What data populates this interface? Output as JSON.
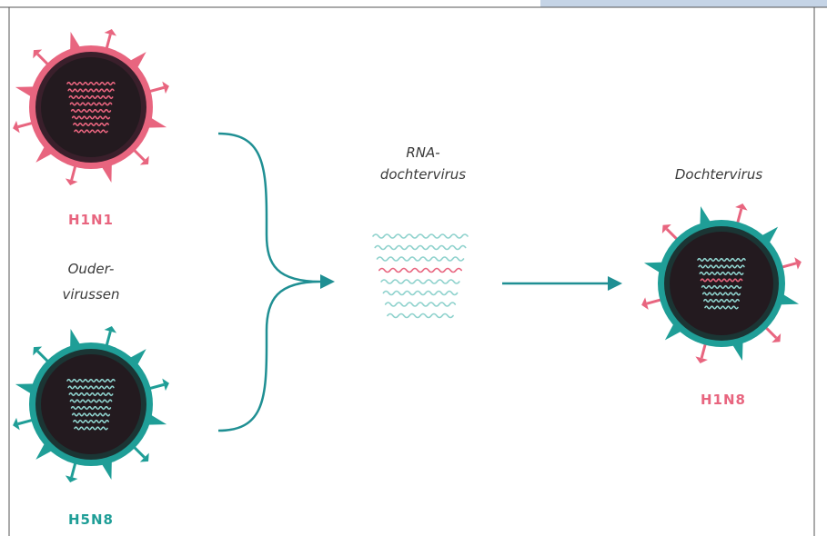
{
  "colors": {
    "pink": "#e8657f",
    "teal": "#1f9e97",
    "teal_light": "#8fd2cd",
    "core": "#231a1f",
    "pink_halo": "#3a1f2b",
    "teal_halo": "#1b3534",
    "arrow": "#1f8f93",
    "frame_accent": "#c5d4e6"
  },
  "labels": {
    "parent_1": "H1N1",
    "parent_2": "H5N8",
    "parents_caption_line1": "Ouder-",
    "parents_caption_line2": "virussen",
    "rna_caption_line1": "RNA-",
    "rna_caption_line2": "dochtervirus",
    "child_caption": "Dochtervirus",
    "child": "H1N8"
  },
  "viruses": [
    {
      "id": "parent-h1n1",
      "strain": "H1N1",
      "coat": "pink",
      "rna": "pink"
    },
    {
      "id": "parent-h5n8",
      "strain": "H5N8",
      "coat": "teal",
      "rna": "teal"
    },
    {
      "id": "child-h1n8",
      "strain": "H1N8",
      "coat": "teal",
      "rna": "mixed",
      "spikes": "pink"
    }
  ]
}
